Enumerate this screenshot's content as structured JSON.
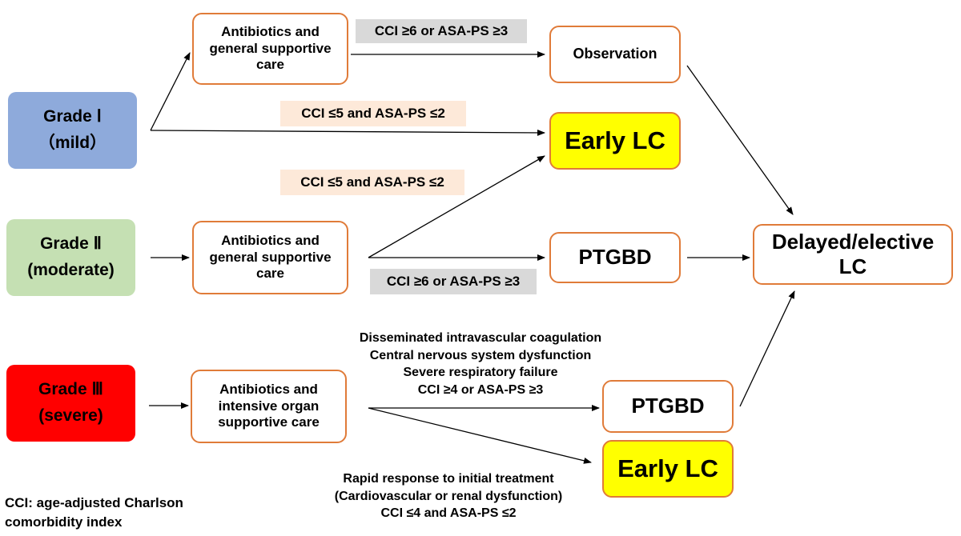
{
  "grades": {
    "g1": {
      "line1": "Grade Ⅰ",
      "line2": "（mild）",
      "color": "#8eaadb"
    },
    "g2": {
      "line1": "Grade Ⅱ",
      "line2": "(moderate)",
      "color": "#c5e0b3"
    },
    "g3": {
      "line1": "Grade Ⅲ",
      "line2": "(severe)",
      "color": "#ff0000"
    }
  },
  "boxes": {
    "care_mild": "Antibiotics and general supportive care",
    "care_moderate": "Antibiotics and general supportive care",
    "care_severe": "Antibiotics and intensive organ supportive care",
    "observation": "Observation",
    "early_lc_1": "Early LC",
    "ptgbd_1": "PTGBD",
    "delayed_lc": "Delayed/elective LC",
    "ptgbd_2": "PTGBD",
    "early_lc_2": "Early LC"
  },
  "conditions": {
    "cci6_asa3_top": "CCI ≥6 or ASA-PS ≥3",
    "cci5_asa2_mild": "CCI ≤5 and ASA-PS ≤2",
    "cci5_asa2_moderate": "CCI ≤5 and ASA-PS ≤2",
    "cci6_asa3_moderate": "CCI ≥6 or ASA-PS ≥3",
    "severe_ptgbd": [
      "Disseminated intravascular coagulation",
      "Central nervous system dysfunction",
      "Severe respiratory failure",
      "CCI ≥4 or ASA-PS ≥3"
    ],
    "severe_early": [
      "Rapid response to initial treatment",
      "(Cardiovascular or renal dysfunction)",
      "CCI ≤4 and ASA-PS ≤2"
    ]
  },
  "footnote": {
    "line1": "CCI: age-adjusted Charlson",
    "line2": "comorbidity index"
  },
  "colors": {
    "box_border": "#e07b39",
    "early_lc_fill": "#ffff00",
    "gray_tag": "#d9d9d9",
    "peach_tag": "#fde9d9"
  }
}
